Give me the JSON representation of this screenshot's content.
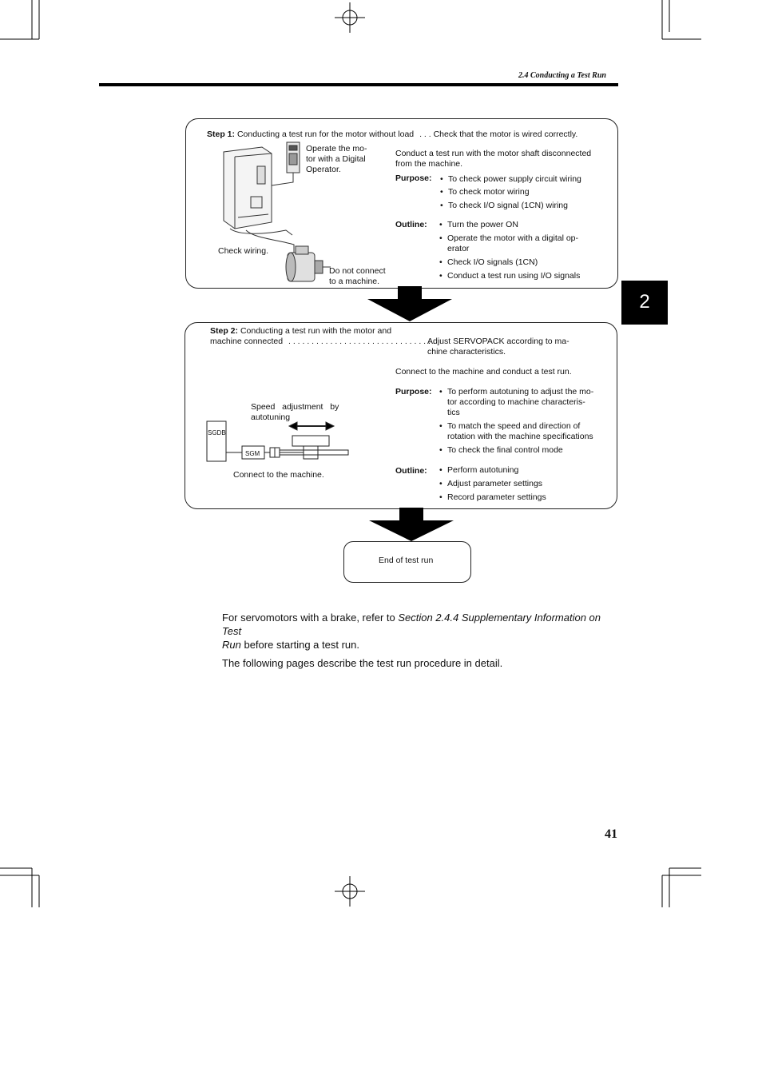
{
  "header": {
    "section": "2.4 Conducting a Test Run"
  },
  "chapter_tab": "2",
  "step1": {
    "label": "Step 1:",
    "title": "Conducting a test run for the motor without load",
    "dots": ". . .",
    "check": "Check that the motor is wired correctly.",
    "operate_note": [
      "Operate the mo-",
      "tor with a Digital",
      "Operator."
    ],
    "check_wiring": "Check wiring.",
    "do_not_connect": [
      "Do not connect",
      "to a machine."
    ],
    "description": [
      "Conduct a test run with the motor shaft disconnected",
      "from the machine."
    ],
    "purpose_label": "Purpose:",
    "purpose": [
      "To check power supply circuit wiring",
      "To check motor wiring",
      "To check I/O signal (1CN) wiring"
    ],
    "outline_label": "Outline:",
    "outline_1": "Turn the power ON",
    "outline_2": [
      "Operate the motor with a digital op-",
      "erator"
    ],
    "outline_3": "Check I/O signals (1CN)",
    "outline_4": "Conduct a test run using I/O signals"
  },
  "step2": {
    "label": "Step 2:",
    "title_line1": "Conducting a test run with the motor and",
    "title_line2": "machine connected",
    "dots": ". . . . . . . . . . . . . . . . . . . . . . . . . . . . . . . .",
    "adjust": [
      "Adjust SERVOPACK according to ma-",
      "chine characteristics."
    ],
    "connect_desc": "Connect to the machine and conduct a test run.",
    "speed_adj": [
      "Speed   adjustment   by",
      "autotuning"
    ],
    "sgdb": "SGDB",
    "sgm": "SGM",
    "connect_machine": "Connect to the machine.",
    "purpose_label": "Purpose:",
    "purpose_1": [
      "To perform autotuning to adjust the mo-",
      "tor according to machine characteris-",
      "tics"
    ],
    "purpose_2": [
      "To match the speed and direction of",
      "rotation with the machine specifications"
    ],
    "purpose_3": "To check the final control mode",
    "outline_label": "Outline:",
    "outline": [
      "Perform autotuning",
      "Adjust parameter settings",
      "Record parameter settings"
    ]
  },
  "end_box": "End of test run",
  "body": {
    "p1_a": "For servomotors with a brake, refer to ",
    "p1_italic_a": "Section 2.4.4 Supplementary Information on Test",
    "p1_italic_b": "Run",
    "p1_b": " before starting a test run.",
    "p2": "The following pages describe the test run procedure in detail."
  },
  "page_number": "41"
}
